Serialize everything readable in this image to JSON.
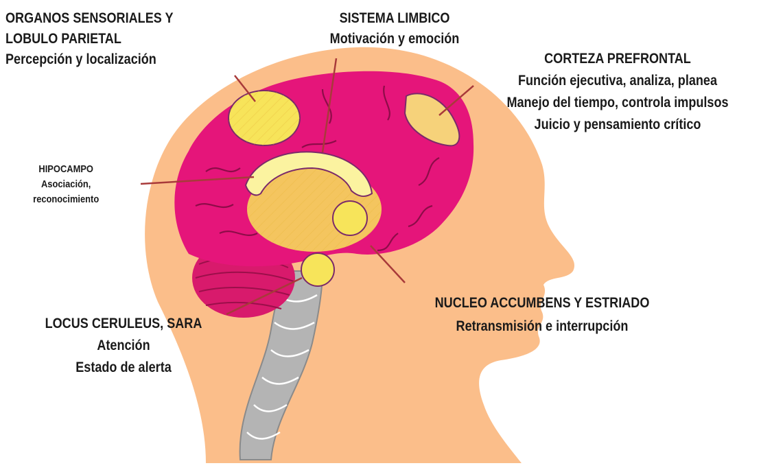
{
  "colors": {
    "skin": "#FBBE8A",
    "brain": "#E5157A",
    "cerebellum": "#D81A6C",
    "spine": "#B4B4B4",
    "highlight": "#F7E45A",
    "arrow": "#A83A3A",
    "text": "#1a1a1a"
  },
  "labels": {
    "organos": {
      "title_line1": "ORGANOS SENSORIALES Y",
      "title_line2": "LOBULO PARIETAL",
      "desc": "Percepción y localización"
    },
    "limbico": {
      "title": "SISTEMA LIMBICO",
      "desc": "Motivación y emoción"
    },
    "prefrontal": {
      "title": "CORTEZA PREFRONTAL",
      "desc_line1": "Función ejecutiva, analiza, planea",
      "desc_line2": "Manejo del tiempo, controla impulsos",
      "desc_line3": "Juicio y pensamiento  crítico"
    },
    "hipocampo": {
      "title": "HIPOCAMPO",
      "desc_line1": "Asociación,",
      "desc_line2": "reconocimiento"
    },
    "nucleo": {
      "title": "NUCLEO ACCUMBENS Y ESTRIADO",
      "desc": "Retransmisión e interrupción"
    },
    "locus": {
      "title": "LOCUS CERULEUS, SARA",
      "desc_line1": "Atención",
      "desc_line2": "Estado de alerta"
    }
  }
}
